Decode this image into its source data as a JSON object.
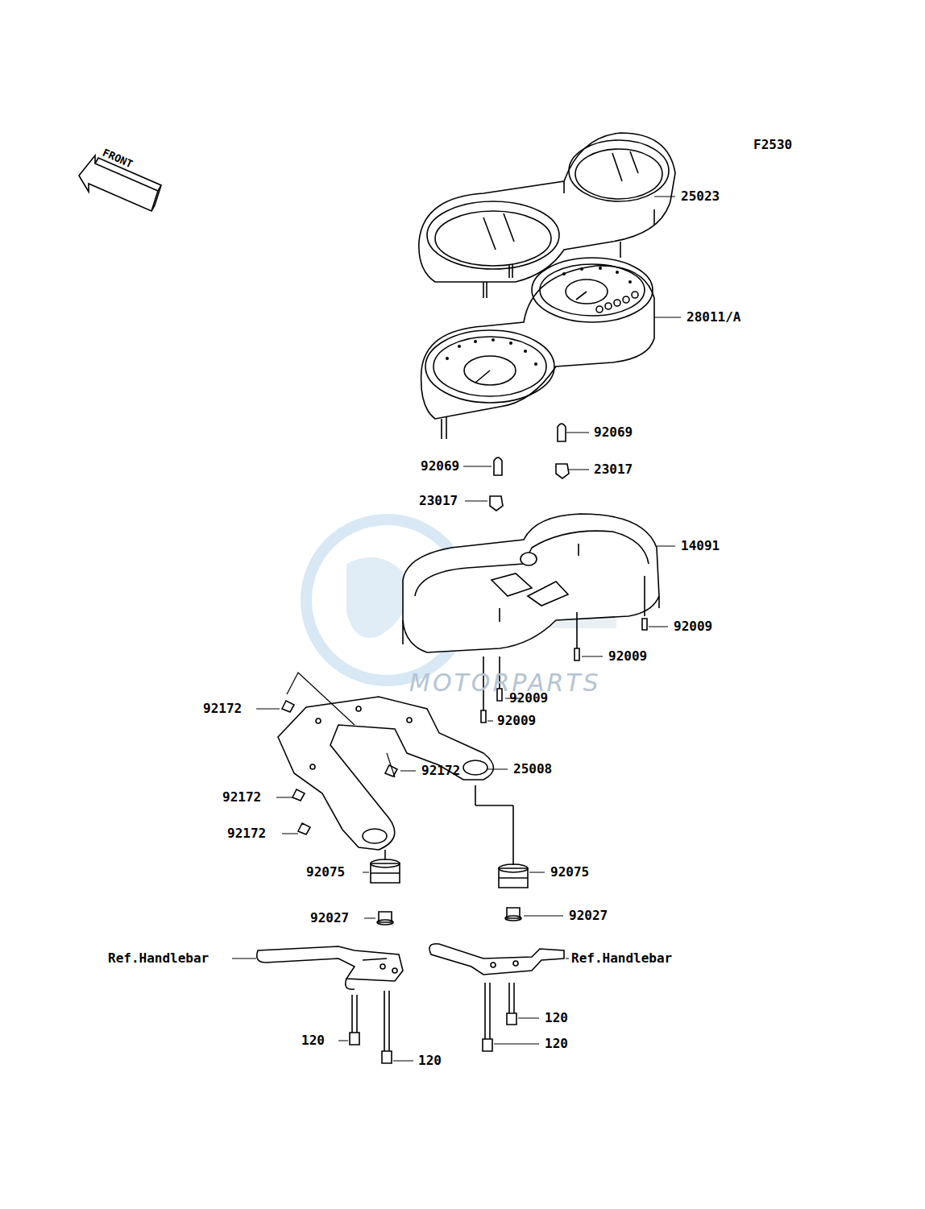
{
  "diagram": {
    "labels": [
      "F2530",
      "FRONT",
      "25023",
      "28011/A",
      "92069",
      "92069",
      "23017",
      "23017",
      "14091",
      "92009",
      "92009",
      "92009",
      "92009",
      "MOTORPARTS",
      "92172",
      "25008",
      "92172",
      "92172",
      "92172",
      "92075",
      "92075",
      "92027",
      "92027",
      "Ref.Handlebar",
      "Ref.Handlebar",
      "120",
      "120",
      "120",
      "120"
    ]
  }
}
